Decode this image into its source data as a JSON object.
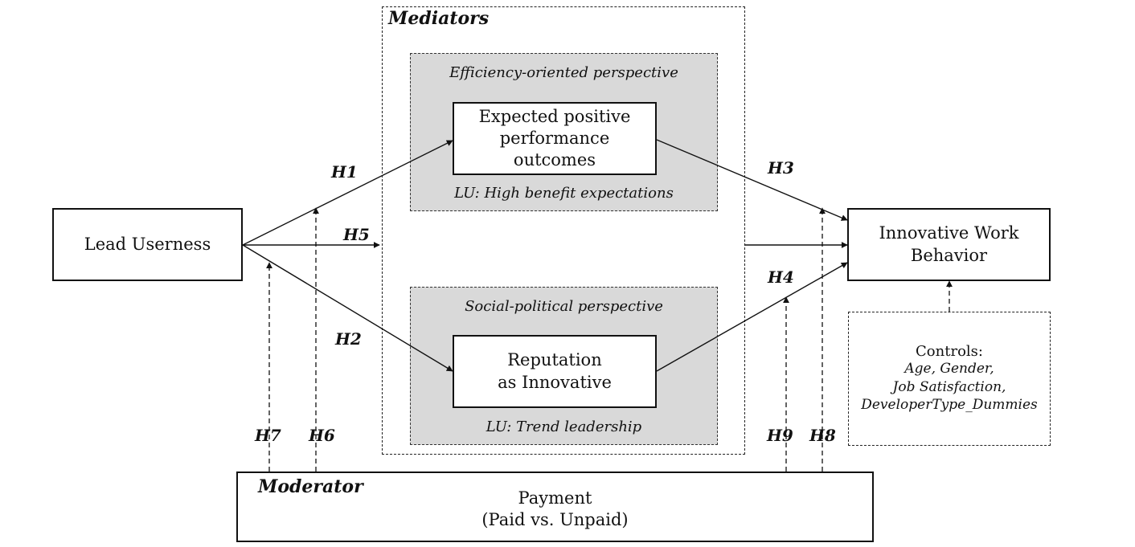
{
  "mediators_label": "Mediators",
  "moderator_label": "Moderator",
  "lead_userness": "Lead Userness",
  "innovative_work_behavior": "Innovative Work\nBehavior",
  "efficiency_panel": {
    "title": "Efficiency-oriented perspective",
    "box": "Expected positive\nperformance\noutcomes",
    "footer": "LU: High benefit expectations"
  },
  "social_panel": {
    "title": "Social-political perspective",
    "box": "Reputation\nas Innovative",
    "footer": "LU: Trend leadership"
  },
  "controls": {
    "title": "Controls:",
    "items": "Age, Gender,\nJob Satisfaction,\nDeveloperType_Dummies"
  },
  "payment": "Payment\n(Paid vs. Unpaid)",
  "hypotheses": {
    "h1": "H1",
    "h2": "H2",
    "h3": "H3",
    "h4": "H4",
    "h5": "H5",
    "h6": "H6",
    "h7": "H7",
    "h8": "H8",
    "h9": "H9"
  }
}
